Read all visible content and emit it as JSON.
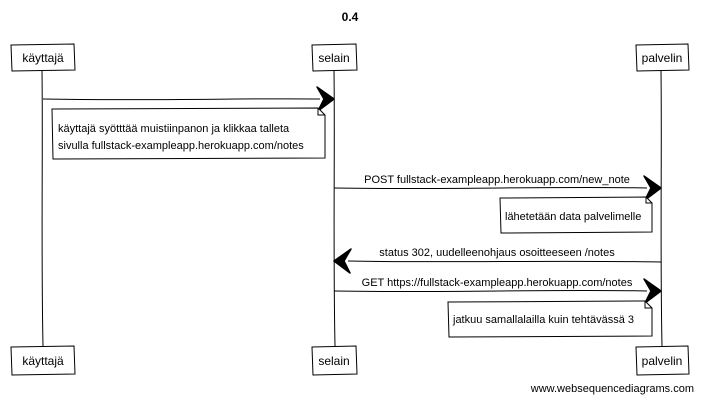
{
  "title": "0.4",
  "credit": "www.websequencediagrams.com",
  "participants": [
    {
      "id": "kayttaja",
      "label": "käyttajä"
    },
    {
      "id": "selain",
      "label": "selain"
    },
    {
      "id": "palvelin",
      "label": "palvelin"
    }
  ],
  "messages": [
    {
      "from": "kayttaja",
      "to": "selain",
      "label": ""
    },
    {
      "from": "selain",
      "to": "palvelin",
      "label": "POST fullstack-exampleapp.herokuapp.com/new_note"
    },
    {
      "from": "palvelin",
      "to": "selain",
      "label": "status 302, uudelleenohjaus osoitteeseen /notes"
    },
    {
      "from": "selain",
      "to": "palvelin",
      "label": "GET https://fullstack-exampleapp.herokuapp.com/notes"
    }
  ],
  "notes": [
    {
      "over": "kayttaja",
      "lines": [
        "käyttajä syötttää muistiinpanon ja klikkaa talleta",
        "sivulla fullstack-exampleapp.herokuapp.com/notes"
      ]
    },
    {
      "over": "palvelin",
      "lines": [
        "lähetetään data palvelimelle"
      ]
    },
    {
      "over": "palvelin",
      "lines": [
        "jatkuu samallalailla kuin tehtävässä 3"
      ]
    }
  ],
  "colors": {
    "stroke": "#000000",
    "fill": "#ffffff"
  }
}
